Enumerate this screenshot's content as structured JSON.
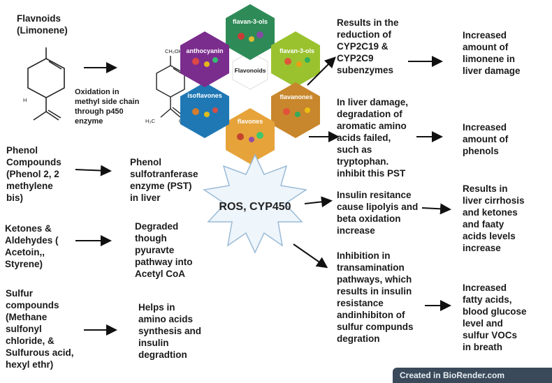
{
  "left": {
    "flavonoids_title": "Flavnoids\n(Limonene)",
    "phenol": "Phenol\nCompounds\n(Phenol 2, 2\nmethylene\nbis)",
    "ketones": "Ketones &\nAldehydes (\nAcetoin,,\nStyrene)",
    "sulfur": "Sulfur\ncompounds\n(Methane\nsulfonyl\nchloride, &\nSulfurous acid,\nhexyl ethr)"
  },
  "middle": {
    "oxidation": "Oxidation in\nmethyl side chain\nthrough p450\nenzyme",
    "pst": "Phenol\nsulfotranferase\nenzyme  (PST)\nin liver",
    "degraded": "Degraded\nthough\npyuravte\npathway into\nAcetyl CoA",
    "helps": "Helps in\namino acids\nsynthesis and\ninsulin\ndegradtion"
  },
  "molecule": {
    "top_group": "CH₂OH",
    "left_methyl": "H₃C",
    "right_methylene": "CH₂",
    "h_label": "H"
  },
  "flavonoid_wheel": {
    "center": "Flavonoids",
    "segments": [
      {
        "label": "flavan-3-ols",
        "color": "#2e8b57"
      },
      {
        "label": "flavan-3-ols",
        "color": "#9ac22e"
      },
      {
        "label": "flavanones",
        "color": "#c8872c"
      },
      {
        "label": "flavones",
        "color": "#e6a33a"
      },
      {
        "label": "isoflavones",
        "color": "#1f78b4"
      },
      {
        "label": "anthocyanin",
        "color": "#7b2d8e"
      }
    ]
  },
  "center_burst": "ROS, CYP450",
  "right_mid": {
    "cyp": "Results in the\nreduction of\nCYP2C19 &\nCYP2C9\nsubenzymes",
    "liver_damage": "In liver damage,\ndegradation of\naromatic amino\nacids failed,\nsuch as\ntryptophan.\ninhibit this PST",
    "insulin": "Insulin resitance\ncause lipolyis and\nbeta oxidation\nincrease",
    "inhibition": "Inhibition in\ntransamination\npathways, which\nresults in insulin\nresistance\nandinhibiton of\nsulfur compunds\ndegration"
  },
  "right_out": {
    "limonene": "Increased\namount of\nlimonene in\nliver damage",
    "phenols": "Increased\namount of\nphenols",
    "cirrhosis": "Results in\nliver cirrhosis\nand ketones\nand faaty\nacids levels\nincrease",
    "fatty": "Increased\nfatty acids,\nblood glucose\nlevel and\nsulfur VOCs\nin breath"
  },
  "watermark": "Created in BioRender.com"
}
